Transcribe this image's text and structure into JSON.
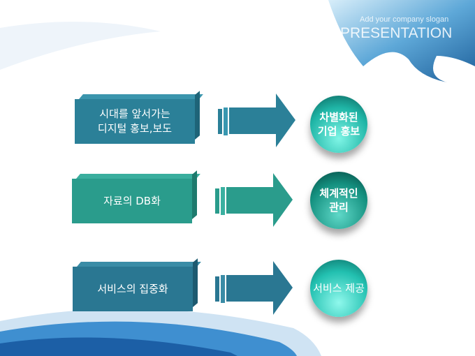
{
  "header": {
    "slogan": "Add your company slogan",
    "title": "PRESENTATION"
  },
  "rows": [
    {
      "source": "시대를 앞서가는\n디지털 홍보,보도",
      "source_lines": [
        "시대를 앞서가는",
        "디지털 홍보,보도"
      ],
      "result_lines": [
        "차별화된",
        "기업 홍보"
      ]
    },
    {
      "source_lines": [
        "자료의 DB화"
      ],
      "result_lines": [
        "체계적인",
        "관리"
      ]
    },
    {
      "source_lines": [
        "서비스의 집중화"
      ],
      "result_lines": [
        "서비스 제공"
      ]
    }
  ],
  "colors": {
    "box1": "#2b8098",
    "box2": "#2a9c8c",
    "box3": "#2a7792",
    "sphere": "#1fb5a6"
  }
}
